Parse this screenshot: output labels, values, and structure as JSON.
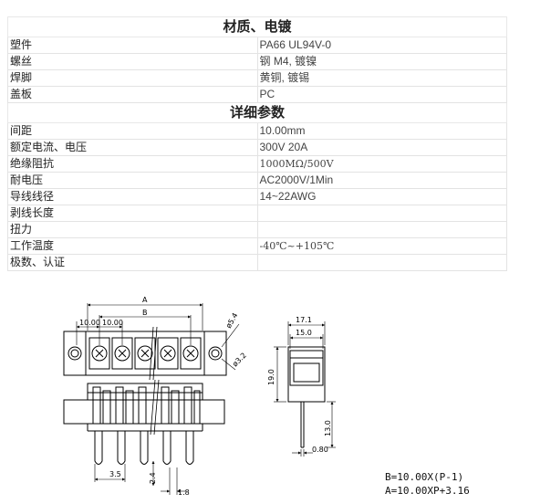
{
  "section1": {
    "title": "材质、电镀",
    "rows": [
      {
        "label": "塑件",
        "value": "PA66 UL94V-0"
      },
      {
        "label": "螺丝",
        "value": "钢 M4, 镀镍"
      },
      {
        "label": "焊脚",
        "value": "黄铜, 镀锡"
      },
      {
        "label": "盖板",
        "value": "PC"
      }
    ]
  },
  "section2": {
    "title": "详细参数",
    "rows": [
      {
        "label": "间距",
        "value": "10.00mm"
      },
      {
        "label": "额定电流、电压",
        "value": "300V  20A"
      },
      {
        "label": "绝缘阻抗",
        "value": "1000MΩ/500V"
      },
      {
        "label": "耐电压",
        "value": "AC2000V/1Min"
      },
      {
        "label": "导线线径",
        "value": "14~22AWG"
      },
      {
        "label": "剥线长度",
        "value": ""
      },
      {
        "label": "扭力",
        "value": ""
      },
      {
        "label": "工作温度",
        "value": "-40℃~+105℃"
      },
      {
        "label": "极数、认证",
        "value": ""
      }
    ]
  },
  "drawing": {
    "dim_A": "A",
    "dim_B": "B",
    "pitch_1": "10.00",
    "pitch_2": "10.00",
    "hole_large": "ø5.4",
    "hole_small": "ø3.2",
    "pin_pitch": "3.5",
    "pin_offset": "2.4",
    "pin_width": "1.8",
    "side_width": "17.1",
    "side_inner": "15.0",
    "side_height": "19.0",
    "pin_length": "13.0",
    "pin_thickness": "0.80",
    "formula_b": "B=10.00X(P-1)",
    "formula_a": "A=10.00XP+3.16"
  }
}
